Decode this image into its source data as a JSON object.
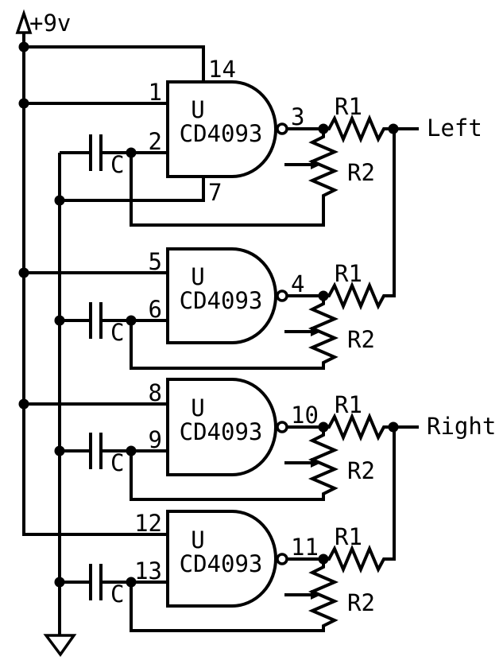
{
  "schematic": {
    "power_label": "+9v",
    "left_output_label": "Left",
    "right_output_label": "Right",
    "gates": [
      {
        "ref": "U",
        "part": "CD4093",
        "pin_vdd": "14",
        "pin_gnd": "7",
        "pin_in_a": "1",
        "pin_in_b": "2",
        "pin_out": "3",
        "r1": "R1",
        "r2": "R2",
        "cap": "C"
      },
      {
        "ref": "U",
        "part": "CD4093",
        "pin_in_a": "5",
        "pin_in_b": "6",
        "pin_out": "4",
        "r1": "R1",
        "r2": "R2",
        "cap": "C"
      },
      {
        "ref": "U",
        "part": "CD4093",
        "pin_in_a": "8",
        "pin_in_b": "9",
        "pin_out": "10",
        "r1": "R1",
        "r2": "R2",
        "cap": "C"
      },
      {
        "ref": "U",
        "part": "CD4093",
        "pin_in_a": "12",
        "pin_in_b": "13",
        "pin_out": "11",
        "r1": "R1",
        "r2": "R2",
        "cap": "C"
      }
    ]
  }
}
